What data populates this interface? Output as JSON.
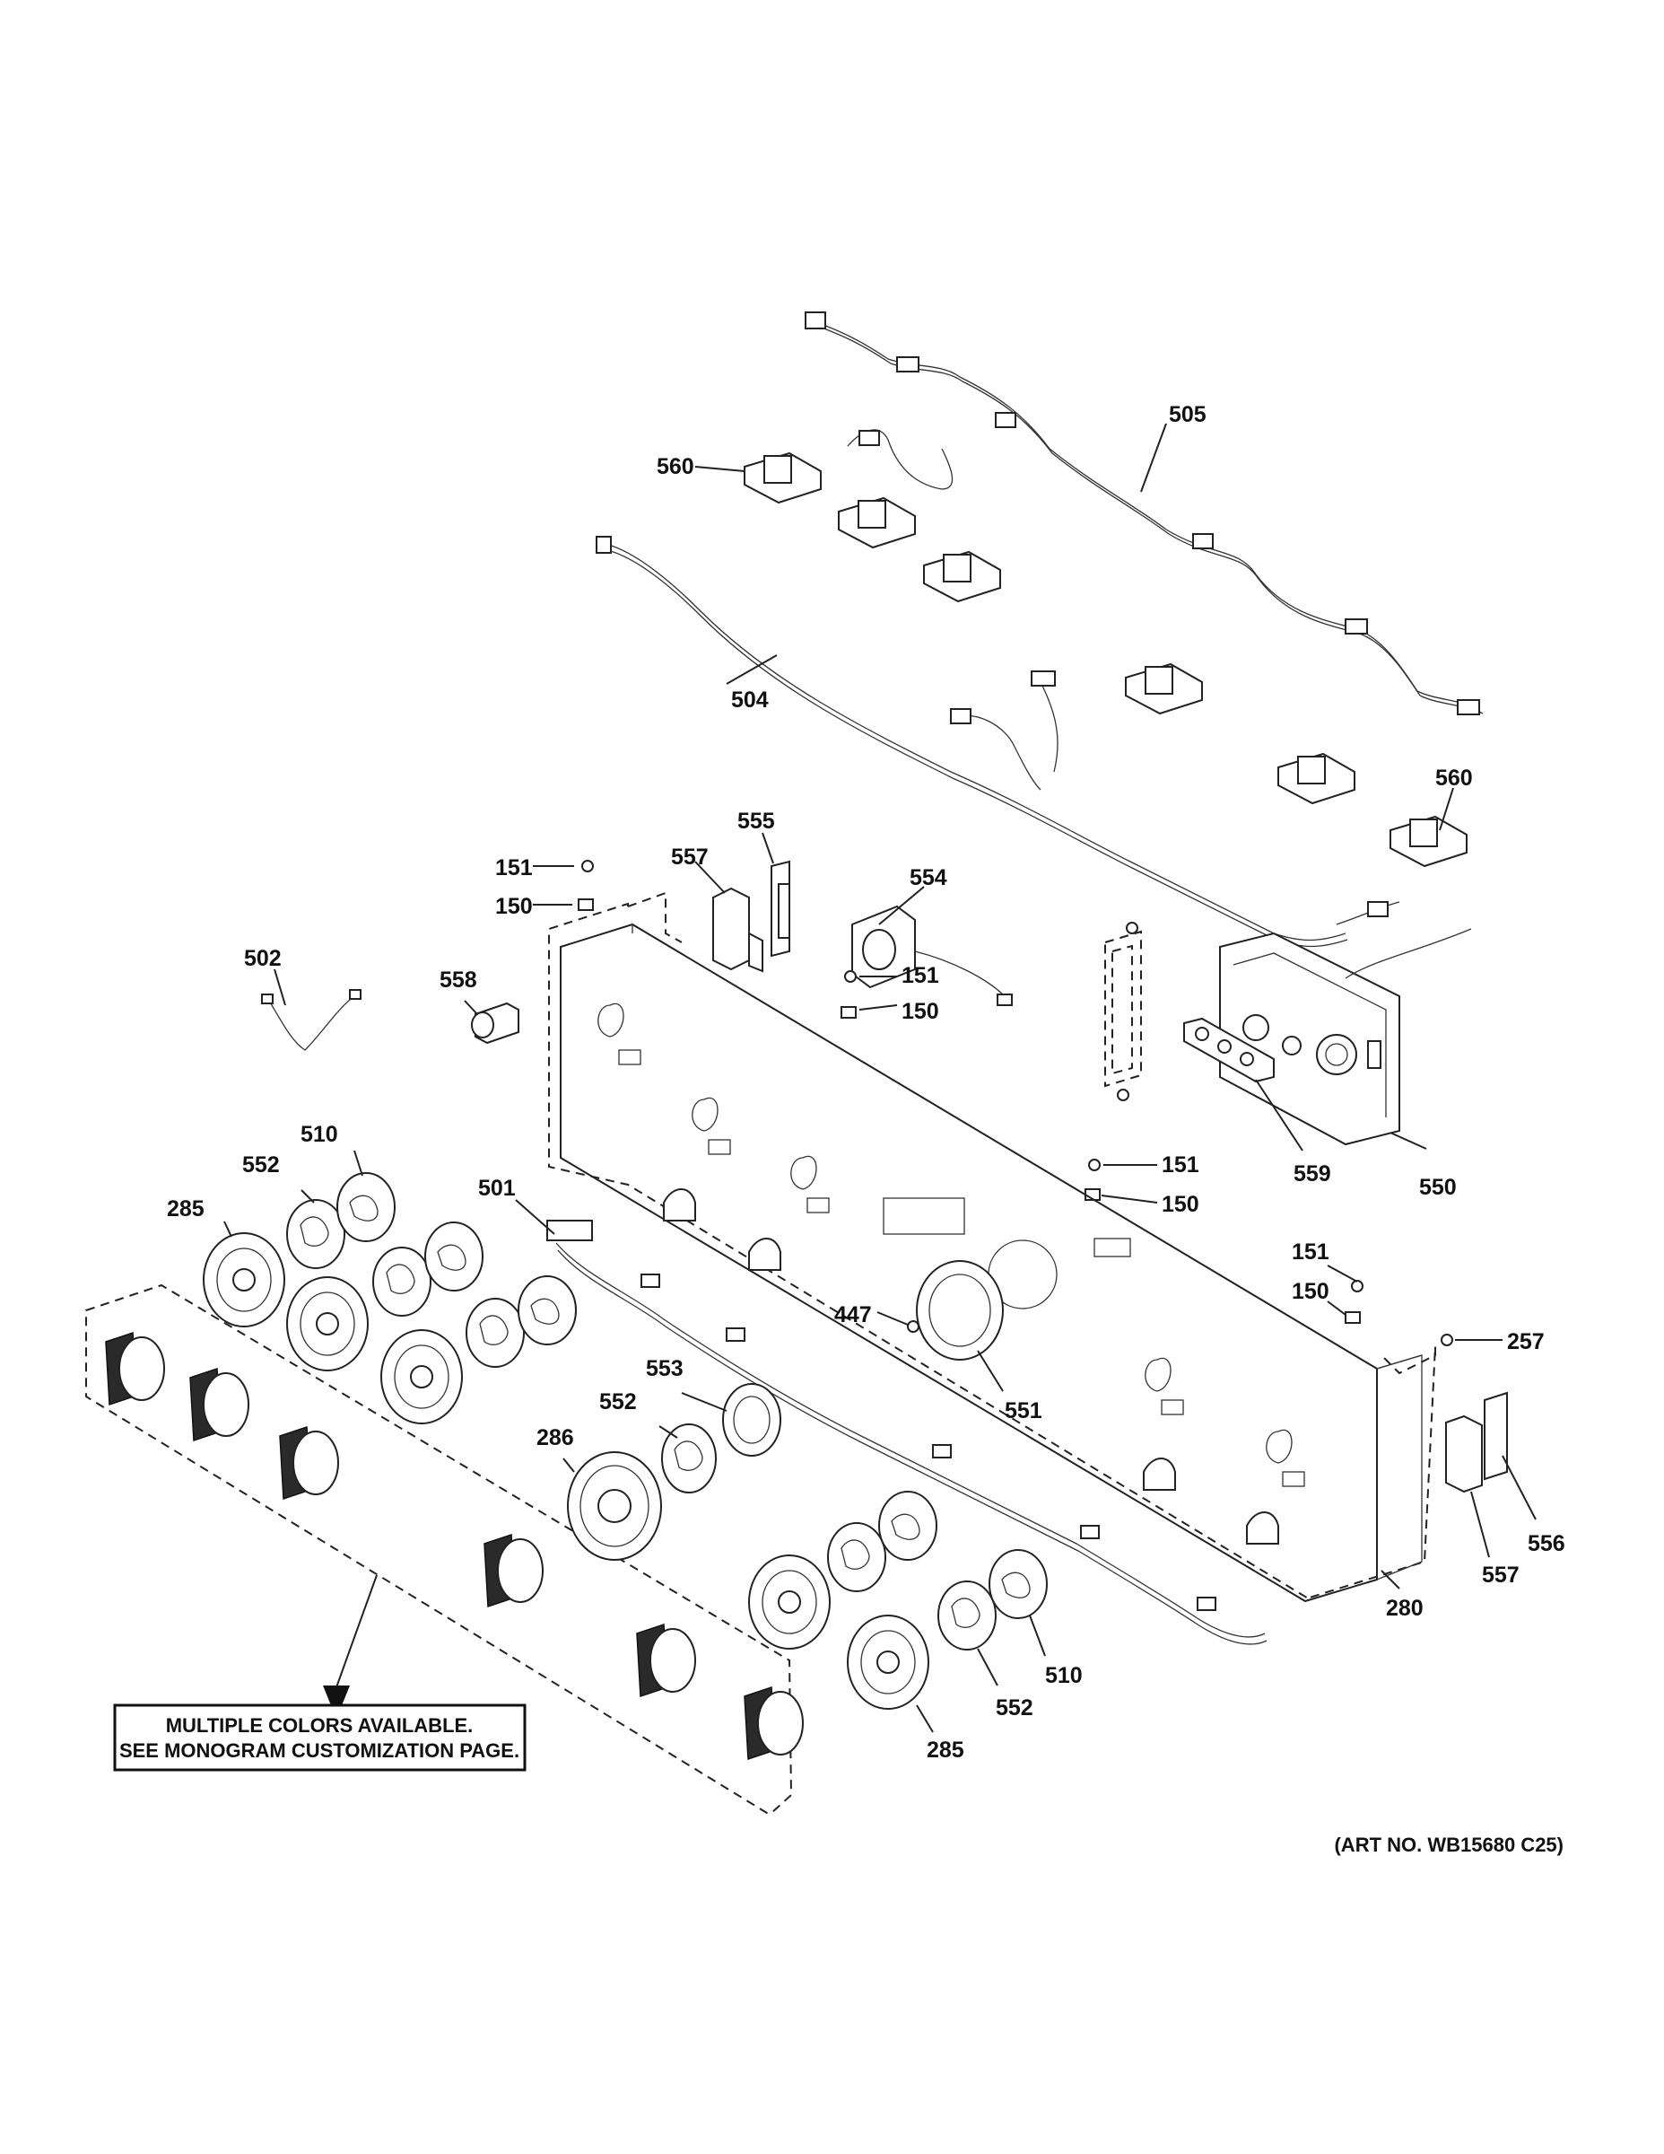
{
  "callouts": {
    "c505": "505",
    "c560a": "560",
    "c504": "504",
    "c560b": "560",
    "c151a": "151",
    "c150a": "150",
    "c557a": "557",
    "c555": "555",
    "c554": "554",
    "c502": "502",
    "c558": "558",
    "c151b": "151",
    "c150b": "150",
    "c510a": "510",
    "c552a": "552",
    "c285a": "285",
    "c501": "501",
    "c151c": "151",
    "c150c": "150",
    "c559": "559",
    "c550": "550",
    "c151d": "151",
    "c150d": "150",
    "c447": "447",
    "c257": "257",
    "c553": "553",
    "c552b": "552",
    "c286": "286",
    "c551": "551",
    "c557b": "557",
    "c556": "556",
    "c280": "280",
    "c510b": "510",
    "c552c": "552",
    "c285b": "285"
  },
  "note": {
    "line1": "MULTIPLE COLORS AVAILABLE.",
    "line2": "SEE MONOGRAM CUSTOMIZATION PAGE."
  },
  "art_number": "(ART NO. WB15680 C25)"
}
